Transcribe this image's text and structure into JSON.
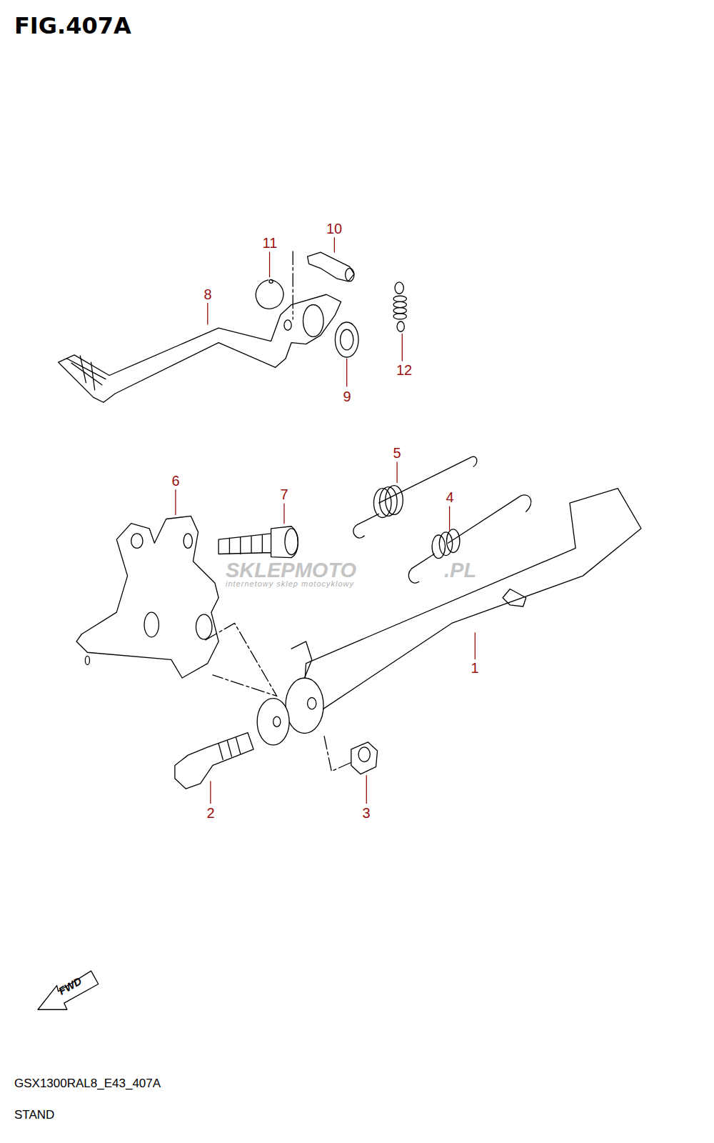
{
  "diagram": {
    "title": "FIG.407A",
    "caption": "STAND",
    "labels": [
      "11",
      "10",
      "8",
      "12",
      "9",
      "5",
      "6",
      "7",
      "4",
      "1",
      "2",
      "3",
      "SKLEPMOTO",
      ".PL",
      "internetowy sklep motocyklowy",
      "GSX1300RAL8_E43_407A",
      "FWD"
    ]
  }
}
